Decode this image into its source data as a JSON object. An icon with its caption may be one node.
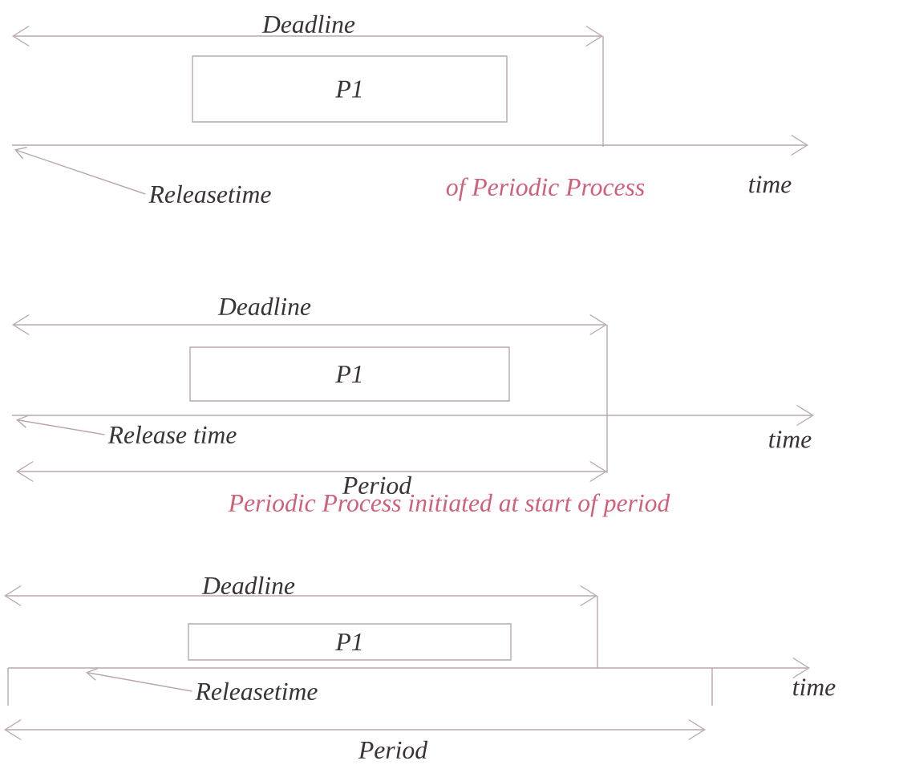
{
  "diagram": {
    "nodes": [
      {
        "text": [
          "P1"
        ]
      },
      {
        "text": [],
        "shape": "arrow"
      },
      {
        "text": [
          "Releasetime"
        ]
      },
      {
        "text": [
          "P1"
        ]
      },
      {
        "text": [],
        "shape": "arrow"
      },
      {
        "text": [
          "Release time"
        ]
      },
      {
        "text": [
          "P1"
        ]
      },
      {
        "text": [],
        "shape": "arrow"
      },
      {
        "text": [
          "Releasetime"
        ]
      }
    ],
    "edges": [
      {
        "from": 2,
        "to": 1,
        "arrow": "to"
      },
      {
        "from": 5,
        "to": 4,
        "arrow": "to"
      },
      {
        "from": 8,
        "to": 7,
        "arrow": "to"
      }
    ],
    "labels": [
      "Deadline",
      "of Periodic Process",
      "time",
      "Deadline",
      "time",
      "Period",
      "Periodic Process initiated at start of period",
      "Deadline",
      "time",
      "Period"
    ]
  }
}
